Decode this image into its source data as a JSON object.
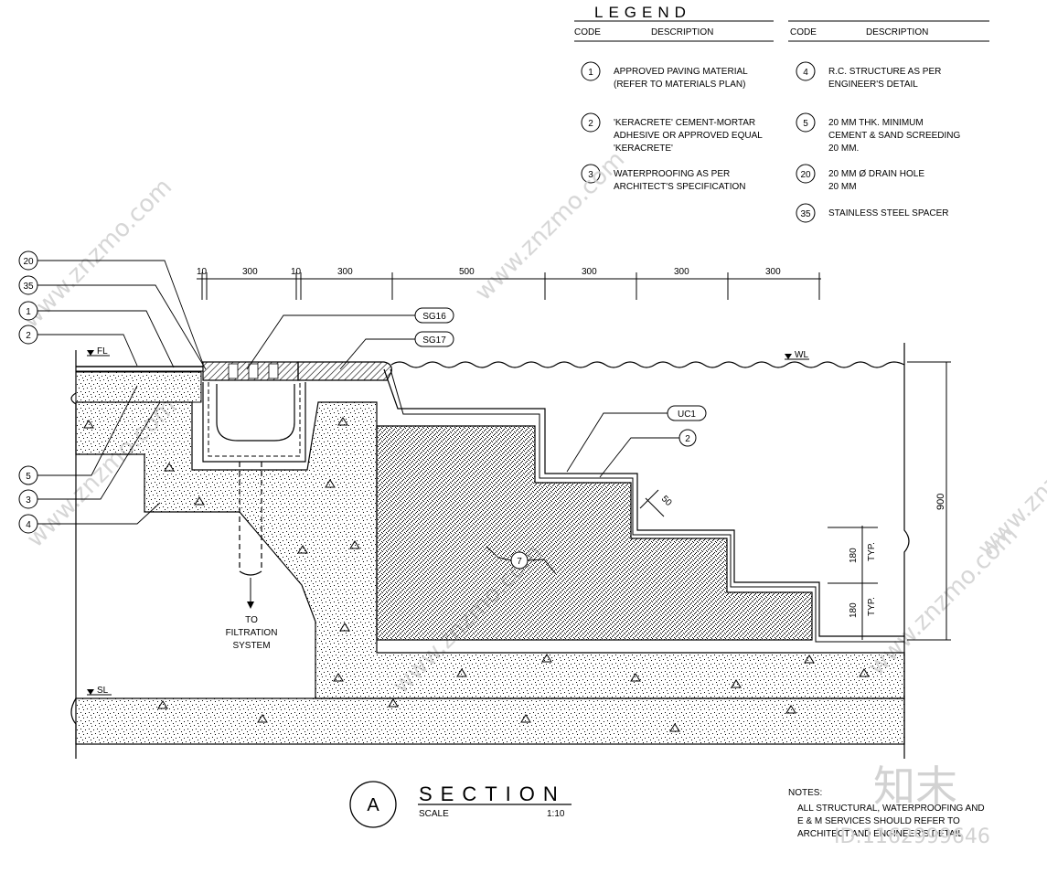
{
  "legend": {
    "title": "LEGEND",
    "col_headers": {
      "code": "CODE",
      "description": "DESCRIPTION"
    },
    "items": [
      {
        "code": "1",
        "lines": [
          "APPROVED PAVING MATERIAL",
          "(REFER TO MATERIALS PLAN)"
        ]
      },
      {
        "code": "2",
        "lines": [
          "'KERACRETE' CEMENT-MORTAR",
          "ADHESIVE OR APPROVED EQUAL",
          "'KERACRETE'"
        ]
      },
      {
        "code": "3",
        "lines": [
          "WATERPROOFING AS PER",
          "ARCHITECT'S SPECIFICATION"
        ]
      },
      {
        "code": "4",
        "lines": [
          "R.C. STRUCTURE AS PER",
          "ENGINEER'S DETAIL"
        ]
      },
      {
        "code": "5",
        "lines": [
          "20 MM THK. MINIMUM",
          "CEMENT & SAND SCREEDING",
          "20 MM."
        ]
      },
      {
        "code": "20",
        "lines": [
          "20 MM Ø DRAIN HOLE",
          "20 MM"
        ]
      },
      {
        "code": "35",
        "lines": [
          "STAINLESS STEEL SPACER"
        ]
      }
    ]
  },
  "dimensions": {
    "top": [
      "10",
      "300",
      "10",
      "300",
      "500",
      "300",
      "300",
      "300"
    ],
    "overall_height": "900",
    "step_height": "180",
    "typ": "TYP.",
    "diag": "50"
  },
  "levels": {
    "fl": "FL",
    "wl": "WL",
    "sl": "SL"
  },
  "tags": {
    "sg16": "SG16",
    "sg17": "SG17",
    "uc1": "UC1",
    "mark2": "2",
    "mark7": "7"
  },
  "callouts_left": [
    "20",
    "35",
    "1",
    "2",
    "5",
    "3",
    "4"
  ],
  "filtration": [
    "TO",
    "FILTRATION",
    "SYSTEM"
  ],
  "section": {
    "mark": "A",
    "title": "SECTION",
    "scale_label": "SCALE",
    "scale": "1:10"
  },
  "notes": {
    "title": "NOTES:",
    "lines": [
      "ALL STRUCTURAL, WATERPROOFING AND",
      "E & M SERVICES SHOULD REFER TO",
      "ARCHITECT AND ENGINEER'S DETAIL"
    ]
  },
  "watermark": {
    "site": "www.znzmo.com",
    "logo": "知末",
    "id": "ID:1162999646"
  }
}
